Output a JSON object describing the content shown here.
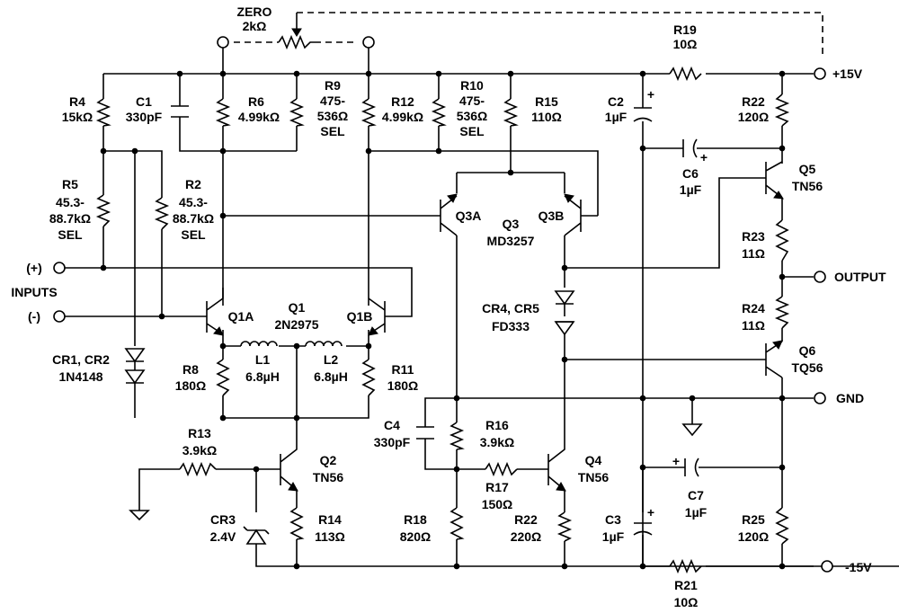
{
  "schematic": {
    "zero_pot": {
      "name": "ZERO",
      "value": "2kΩ"
    },
    "r19": {
      "name": "R19",
      "value": "10Ω"
    },
    "r4": {
      "name": "R4",
      "value": "15kΩ"
    },
    "c1": {
      "name": "C1",
      "value": "330pF"
    },
    "r6": {
      "name": "R6",
      "value": "4.99kΩ"
    },
    "r9": {
      "name": "R9",
      "value1": "475-",
      "value2": "536Ω",
      "value3": "SEL"
    },
    "r12": {
      "name": "R12",
      "value": "4.99kΩ"
    },
    "r10": {
      "name": "R10",
      "value1": "475-",
      "value2": "536Ω",
      "value3": "SEL"
    },
    "r15": {
      "name": "R15",
      "value": "110Ω"
    },
    "c2": {
      "name": "C2",
      "value": "1µF"
    },
    "r22_top": {
      "name": "R22",
      "value": "120Ω"
    },
    "c6": {
      "name": "C6",
      "value": "1µF"
    },
    "q5": {
      "name": "Q5",
      "type": "TN56"
    },
    "r5": {
      "name": "R5",
      "value1": "45.3-",
      "value2": "88.7kΩ",
      "value3": "SEL"
    },
    "r2": {
      "name": "R2",
      "value1": "45.3-",
      "value2": "88.7kΩ",
      "value3": "SEL"
    },
    "q3": {
      "name": "Q3",
      "type": "MD3257",
      "a": "Q3A",
      "b": "Q3B"
    },
    "r23": {
      "name": "R23",
      "value": "11Ω"
    },
    "inputs": {
      "plus": "(+)",
      "label": "INPUTS",
      "minus": "(-)"
    },
    "q1": {
      "name": "Q1",
      "type": "2N2975",
      "a": "Q1A",
      "b": "Q1B"
    },
    "cr4_cr5": {
      "name": "CR4, CR5",
      "type": "FD333"
    },
    "output": "OUTPUT",
    "r24": {
      "name": "R24",
      "value": "11Ω"
    },
    "q6": {
      "name": "Q6",
      "type": "TQ56"
    },
    "cr1_cr2": {
      "name": "CR1, CR2",
      "type": "1N4148"
    },
    "r8": {
      "name": "R8",
      "value": "180Ω"
    },
    "l1": {
      "name": "L1",
      "value": "6.8µH"
    },
    "l2": {
      "name": "L2",
      "value": "6.8µH"
    },
    "r11": {
      "name": "R11",
      "value": "180Ω"
    },
    "gnd": "GND",
    "c4": {
      "name": "C4",
      "value": "330pF"
    },
    "r16": {
      "name": "R16",
      "value": "3.9kΩ"
    },
    "r13": {
      "name": "R13",
      "value": "3.9kΩ"
    },
    "q2": {
      "name": "Q2",
      "type": "TN56"
    },
    "q4": {
      "name": "Q4",
      "type": "TN56"
    },
    "r17": {
      "name": "R17",
      "value": "150Ω"
    },
    "c7": {
      "name": "C7",
      "value": "1µF"
    },
    "cr3": {
      "name": "CR3",
      "value": "2.4V"
    },
    "r14": {
      "name": "R14",
      "value": "113Ω"
    },
    "r18": {
      "name": "R18",
      "value": "820Ω"
    },
    "r22_bot": {
      "name": "R22",
      "value": "220Ω"
    },
    "c3": {
      "name": "C3",
      "value": "1µF"
    },
    "r25": {
      "name": "R25",
      "value": "120Ω"
    },
    "r21": {
      "name": "R21",
      "value": "10Ω"
    },
    "supply_pos": "+15V",
    "supply_neg": "-15V",
    "polarity_plus": "+"
  }
}
